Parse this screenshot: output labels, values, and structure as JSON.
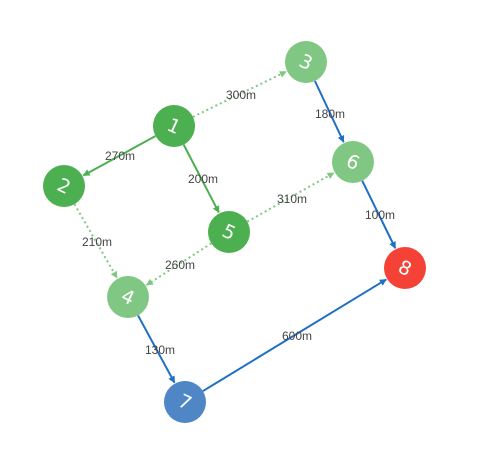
{
  "colors": {
    "dark_green": "#4caf50",
    "light_green": "#81c784",
    "blue": "#4f86c6",
    "red": "#f44336",
    "edge_blue": "#1f6fc5",
    "edge_green": "#4caf50",
    "edge_light_green": "#81c784"
  },
  "nodes": [
    {
      "id": "1",
      "label": "1",
      "color": "dark_green"
    },
    {
      "id": "2",
      "label": "2",
      "color": "dark_green"
    },
    {
      "id": "3",
      "label": "3",
      "color": "light_green"
    },
    {
      "id": "4",
      "label": "4",
      "color": "light_green"
    },
    {
      "id": "5",
      "label": "5",
      "color": "dark_green"
    },
    {
      "id": "6",
      "label": "6",
      "color": "light_green"
    },
    {
      "id": "7",
      "label": "7",
      "color": "blue"
    },
    {
      "id": "8",
      "label": "8",
      "color": "red"
    }
  ],
  "edges": [
    {
      "from": "1",
      "to": "2",
      "label": "270m",
      "style": "solid",
      "color": "edge_green"
    },
    {
      "from": "1",
      "to": "3",
      "label": "300m",
      "style": "dotted",
      "color": "edge_light_green"
    },
    {
      "from": "1",
      "to": "5",
      "label": "200m",
      "style": "solid",
      "color": "edge_green"
    },
    {
      "from": "2",
      "to": "4",
      "label": "210m",
      "style": "dotted",
      "color": "edge_light_green"
    },
    {
      "from": "3",
      "to": "6",
      "label": "180m",
      "style": "solid",
      "color": "edge_blue"
    },
    {
      "from": "5",
      "to": "6",
      "label": "310m",
      "style": "dotted",
      "color": "edge_light_green"
    },
    {
      "from": "5",
      "to": "4",
      "label": "260m",
      "style": "dotted",
      "color": "edge_light_green"
    },
    {
      "from": "6",
      "to": "8",
      "label": "100m",
      "style": "solid",
      "color": "edge_blue"
    },
    {
      "from": "4",
      "to": "7",
      "label": "130m",
      "style": "solid",
      "color": "edge_blue"
    },
    {
      "from": "7",
      "to": "8",
      "label": "600m",
      "style": "solid",
      "color": "edge_blue"
    }
  ]
}
